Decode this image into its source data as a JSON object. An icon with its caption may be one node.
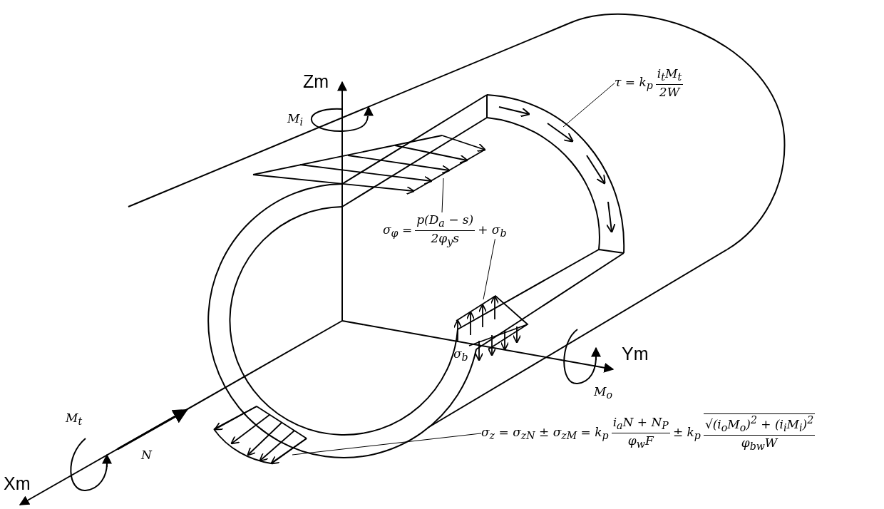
{
  "diagram": {
    "nodes": [
      {
        "text": [
          "τ = k$_{p}$",
          "i$_{t}$M$_{t}$",
          "2W"
        ]
      },
      {
        "text": [
          "σ$_{φ}$ =",
          "p(D$_{a}$ − s)",
          "2φ$_{y}$s",
          "+ σ$_{b}$"
        ]
      },
      {
        "text": [
          "σ$_{z}$ = σ$_{zN}$ ± σ$_{zM}$ = k$_{p}$",
          "i$_{a}$N + N$_{P}$",
          "φ$_{w}$F",
          "± k$_{p}$",
          "√(i$_{o}$M$_{o}$)$^{2}$ + (i$_{i}$M$_{i}$)$^{2}$",
          "φ$_{bw}$W"
        ]
      }
    ],
    "edges": [
      {
        "from": 0,
        "to": null,
        "arrow": "none"
      },
      {
        "from": 1,
        "to": null,
        "arrow": "none"
      },
      {
        "from": 1,
        "to": null,
        "arrow": "none"
      },
      {
        "from": 2,
        "to": null,
        "arrow": "none"
      }
    ],
    "labels": [
      "Zm",
      "M$_{i}$",
      "Ym",
      "M$_{o}$",
      "σ$_{b}$",
      "M$_{t}$",
      "N",
      "Xm"
    ]
  }
}
